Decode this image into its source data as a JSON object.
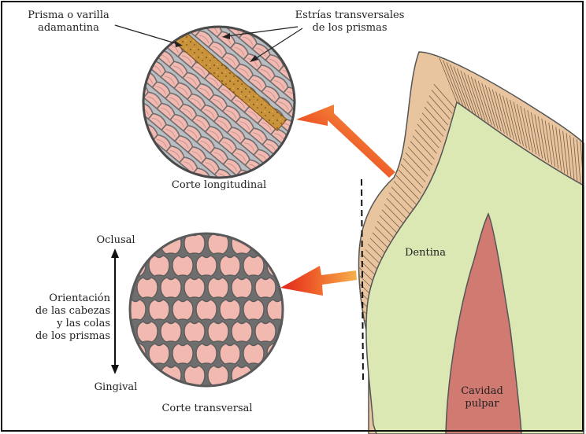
{
  "labels": {
    "prisma_line1": "Prisma o varilla",
    "prisma_line2": "adamantina",
    "estrias_line1": "Estrías transversales",
    "estrias_line2": "de los prismas",
    "corte_longitudinal": "Corte longitudinal",
    "oclusal": "Oclusal",
    "orientacion_line1": "Orientación",
    "orientacion_line2": "de las cabezas",
    "orientacion_line3": "y las colas",
    "orientacion_line4": "de los prismas",
    "gingival": "Gingival",
    "corte_transversal": "Corte transversal",
    "dentina": "Dentina",
    "cavidad_line1": "Cavidad",
    "cavidad_line2": "pulpar"
  },
  "colors": {
    "enamel": "#e8c59f",
    "dentin": "#dbe8b4",
    "pulp": "#d17a72",
    "prism_pink": "#f2b9b1",
    "prism_border": "#6e6e6e",
    "rod_highlight": "#c8933a",
    "arrow_red": "#e0261c",
    "arrow_orange": "#f39a3a"
  }
}
